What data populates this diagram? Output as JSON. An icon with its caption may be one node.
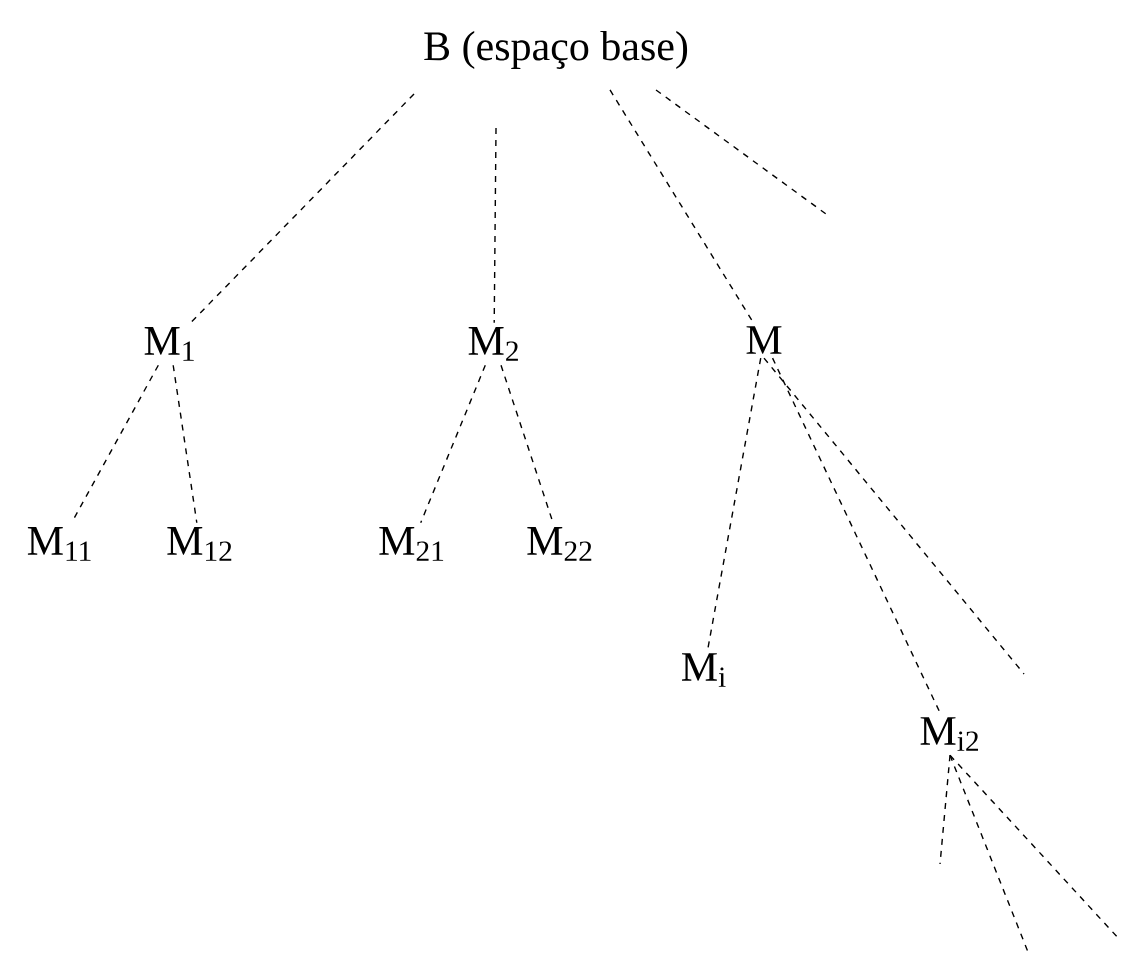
{
  "diagram": {
    "nodes": [
      {
        "text": [
          "B",
          "(espaço base)"
        ]
      },
      {
        "text": [
          "M$_{1}$"
        ]
      },
      {
        "text": [
          "M$_{2}$"
        ]
      },
      {
        "text": [
          "M"
        ]
      },
      {
        "text": [
          "M$_{11}$"
        ]
      },
      {
        "text": [
          "M$_{12}$"
        ]
      },
      {
        "text": [
          "M$_{21}$"
        ]
      },
      {
        "text": [
          "M$_{22}$"
        ]
      },
      {
        "text": [
          "M$_{i}$"
        ]
      },
      {
        "text": [
          "M$_{i2}$"
        ]
      }
    ],
    "edges": [
      {
        "from": 0,
        "to": 1,
        "arrow": "none"
      },
      {
        "from": 0,
        "to": 2,
        "arrow": "none"
      },
      {
        "from": 0,
        "to": 3,
        "arrow": "none"
      },
      {
        "from": 0,
        "to": null,
        "arrow": "none"
      },
      {
        "from": 1,
        "to": 4,
        "arrow": "none"
      },
      {
        "from": 1,
        "to": 5,
        "arrow": "none"
      },
      {
        "from": 2,
        "to": 6,
        "arrow": "none"
      },
      {
        "from": 2,
        "to": 7,
        "arrow": "none"
      },
      {
        "from": 3,
        "to": 8,
        "arrow": "none"
      },
      {
        "from": 3,
        "to": 9,
        "arrow": "none"
      },
      {
        "from": 3,
        "to": null,
        "arrow": "none"
      },
      {
        "from": 9,
        "to": null,
        "arrow": "none"
      },
      {
        "from": 9,
        "to": null,
        "arrow": "none"
      },
      {
        "from": 9,
        "to": null,
        "arrow": "none"
      }
    ]
  }
}
